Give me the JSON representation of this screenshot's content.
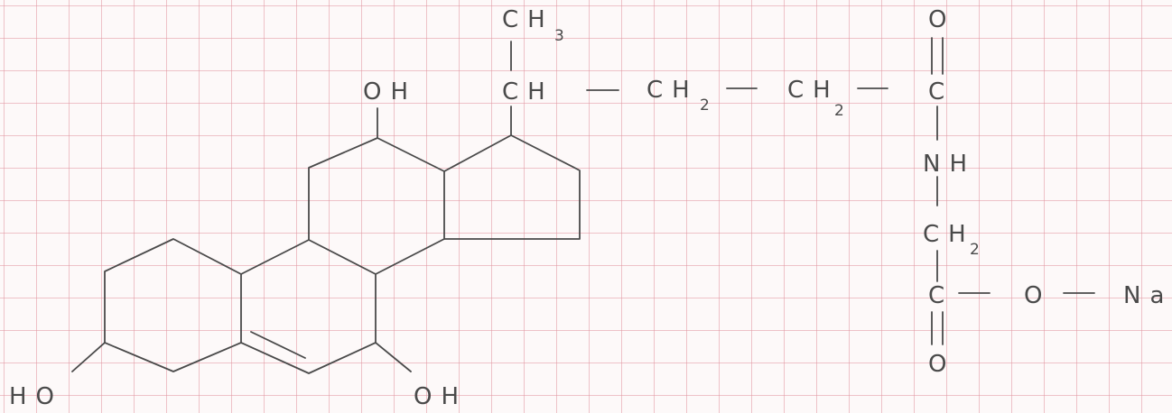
{
  "structure": {
    "substituents": {
      "ring_a_hydroxyl": "HO",
      "ring_b_hydroxyl": "OH",
      "ring_c_hydroxyl": "OH"
    },
    "side_chain": {
      "methyl": "CH",
      "methyl_sub": "3",
      "methine": "CH",
      "methylene_1": "CH",
      "methylene_1_sub": "2",
      "methylene_2": "CH",
      "methylene_2_sub": "2",
      "carbonyl_carbon": "C",
      "carbonyl_oxygen": "O",
      "amide_nh": "NH",
      "glycine_methylene": "CH",
      "glycine_methylene_sub": "2",
      "carboxyl_carbon": "C",
      "carboxyl_oxygen": "O",
      "ester_oxygen": "O",
      "sodium": "Na"
    },
    "colors": {
      "ink": "#4a4a4a",
      "grid": "#e196a0",
      "paper": "#fdf9f9"
    }
  }
}
